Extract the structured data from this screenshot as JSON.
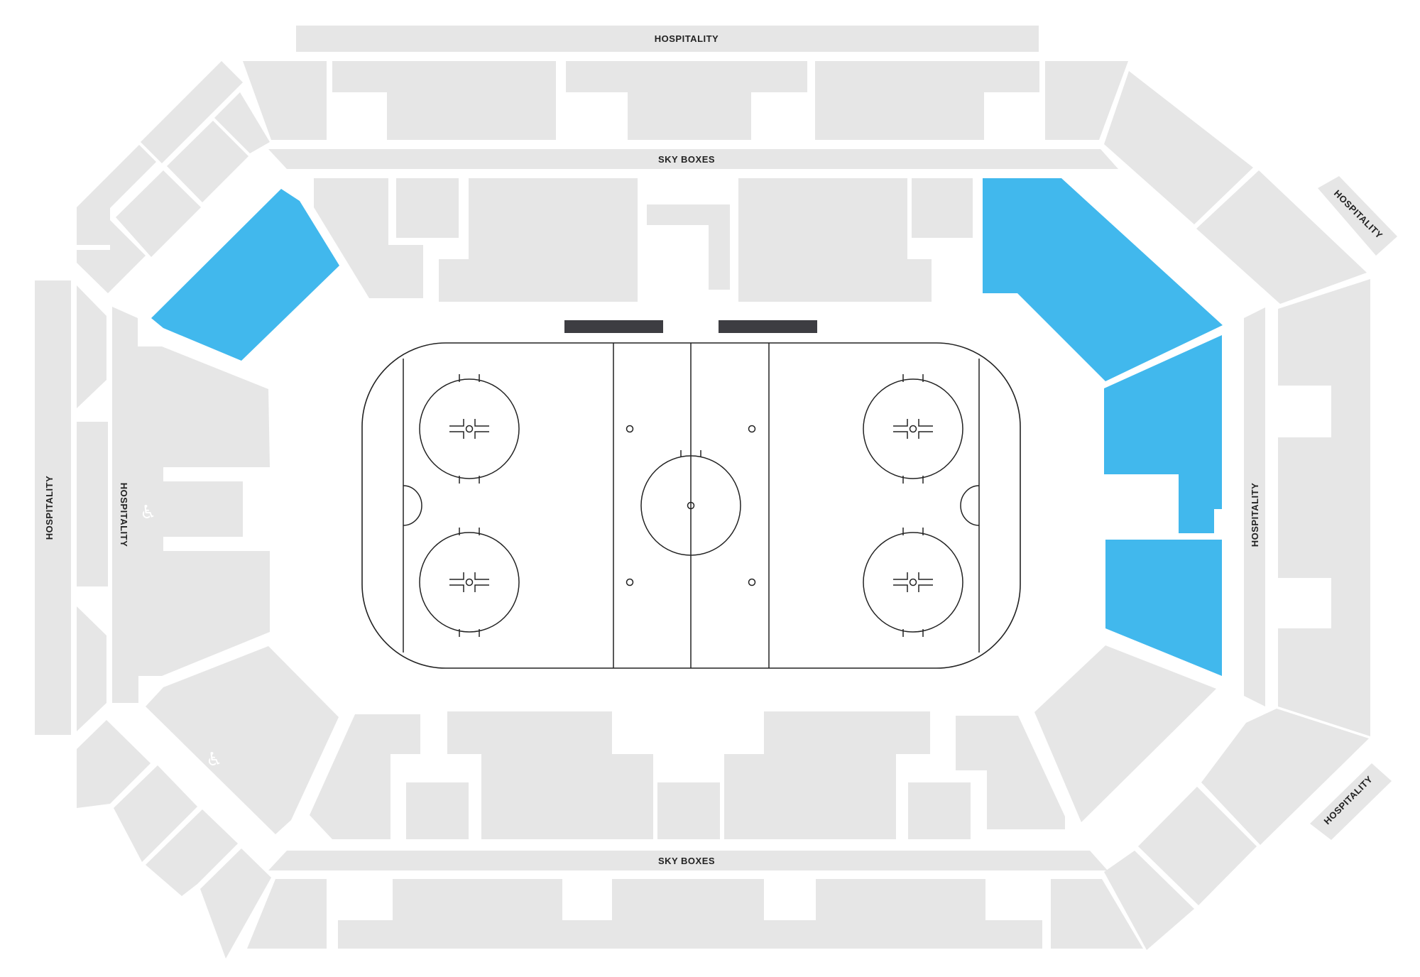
{
  "colors": {
    "section": "#e6e6e6",
    "highlight": "#41b8ed",
    "bench": "#3d3d42",
    "ice_line": "#222222"
  },
  "labels": {
    "hospitality_top": "HOSPITALITY",
    "sky_boxes_top": "SKY BOXES",
    "sky_boxes_bottom": "SKY BOXES",
    "hospitality_left_outer": "HOSPITALITY",
    "hospitality_left_inner": "HOSPITALITY",
    "hospitality_right": "HOSPITALITY",
    "hospitality_top_right": "HOSPITALITY",
    "hospitality_bottom_right": "HOSPITALITY"
  },
  "icons": {
    "wheelchair_upper": "wheelchair-icon",
    "wheelchair_lower": "wheelchair-icon",
    "wheelchair_glyph": "♿"
  },
  "highlighted_sections": [
    "upper-left-corner",
    "upper-right-corner",
    "right-side-upper",
    "right-side-lower"
  ]
}
